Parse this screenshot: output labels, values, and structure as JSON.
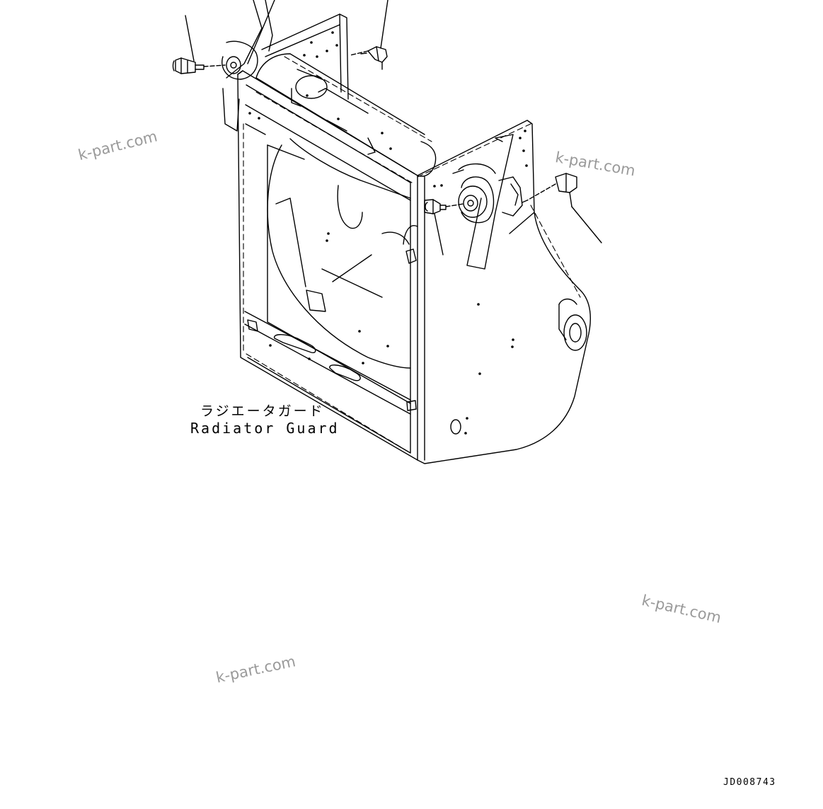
{
  "drawing": {
    "part_label_jp": "ラジエータガード",
    "part_label_en": "Radiator Guard",
    "drawing_id": "JD008743",
    "watermarks": [
      "k-part.com",
      "k-part.com",
      "k-part.com",
      "k-part.com"
    ]
  }
}
